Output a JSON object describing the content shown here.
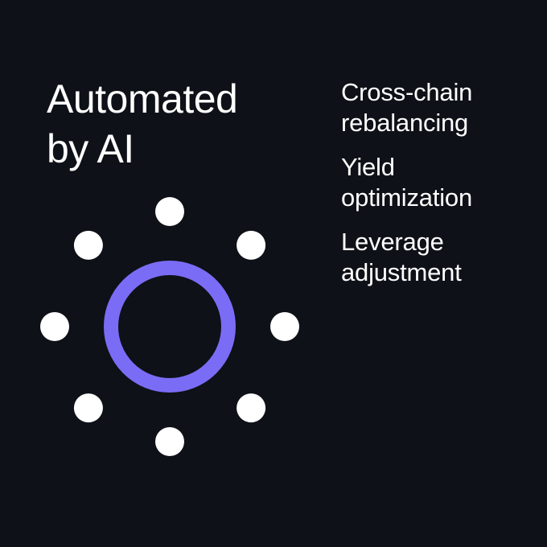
{
  "headline": {
    "line1": "Automated",
    "line2": "by AI"
  },
  "features": [
    {
      "line1": "Cross-chain",
      "line2": "rebalancing"
    },
    {
      "line1": "Yield",
      "line2": "optimization"
    },
    {
      "line1": "Leverage",
      "line2": "adjustment"
    }
  ],
  "graphic": {
    "ring_color": "#7b6cf6",
    "dot_color": "#ffffff",
    "background_color": "#0e1117",
    "dot_count": 8
  }
}
